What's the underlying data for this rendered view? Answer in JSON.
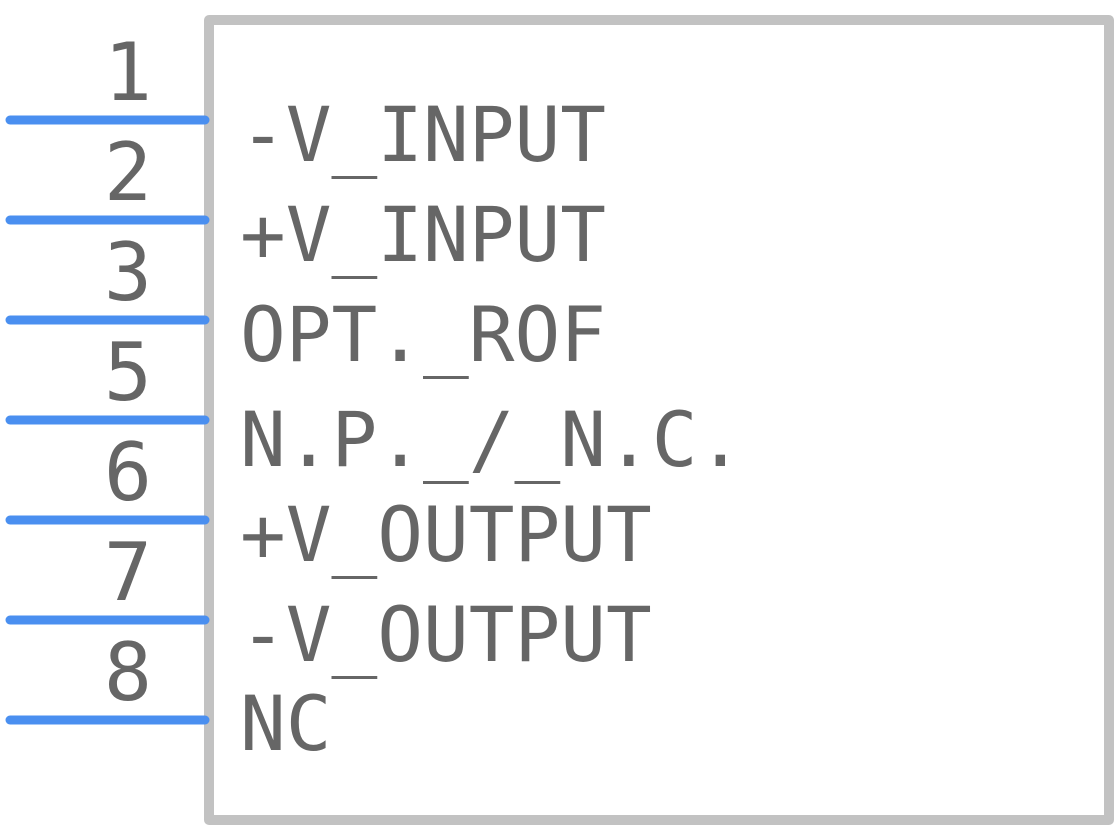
{
  "colors": {
    "body_outline": "#c2c2c2",
    "pin_line": "#4a8ff0",
    "text": "#666666",
    "background": "#ffffff"
  },
  "component": {
    "pins": [
      {
        "number": "1",
        "name": "-V_INPUT"
      },
      {
        "number": "2",
        "name": "+V_INPUT"
      },
      {
        "number": "3",
        "name": "OPT._ROF"
      },
      {
        "number": "5",
        "name": "N.P._/_N.C."
      },
      {
        "number": "6",
        "name": "+V_OUTPUT"
      },
      {
        "number": "7",
        "name": "-V_OUTPUT"
      },
      {
        "number": "8",
        "name": "NC"
      }
    ]
  }
}
